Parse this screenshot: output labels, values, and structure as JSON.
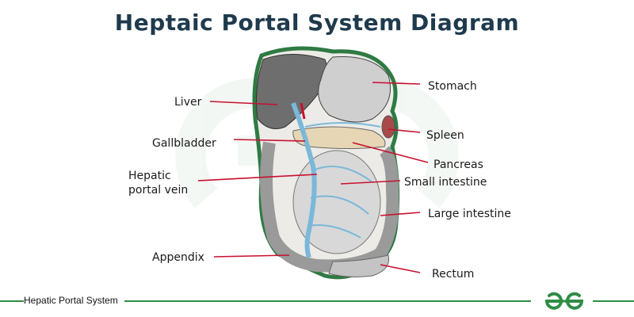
{
  "title": "Heptaic Portal System Diagram",
  "labels": {
    "liver": "Liver",
    "stomach": "Stomach",
    "gallbladder": "Gallbladder",
    "spleen": "Spleen",
    "pancreas": "Pancreas",
    "hepatic_line1": "Hepatic",
    "hepatic_line2": "portal vein",
    "small_intestine": "Small intestine",
    "large_intestine": "Large intestine",
    "appendix": "Appendix",
    "rectum": "Rectum"
  },
  "footer": {
    "caption": "Hepatic Portal System"
  },
  "colors": {
    "title": "#1f3a4d",
    "leader": "#c8102e",
    "brand_green": "#2f8d46",
    "organ_outline": "#2f7a43",
    "vein_blue": "#7ab8d9"
  },
  "icons": {
    "logo": "geeksforgeeks-logo-icon"
  }
}
